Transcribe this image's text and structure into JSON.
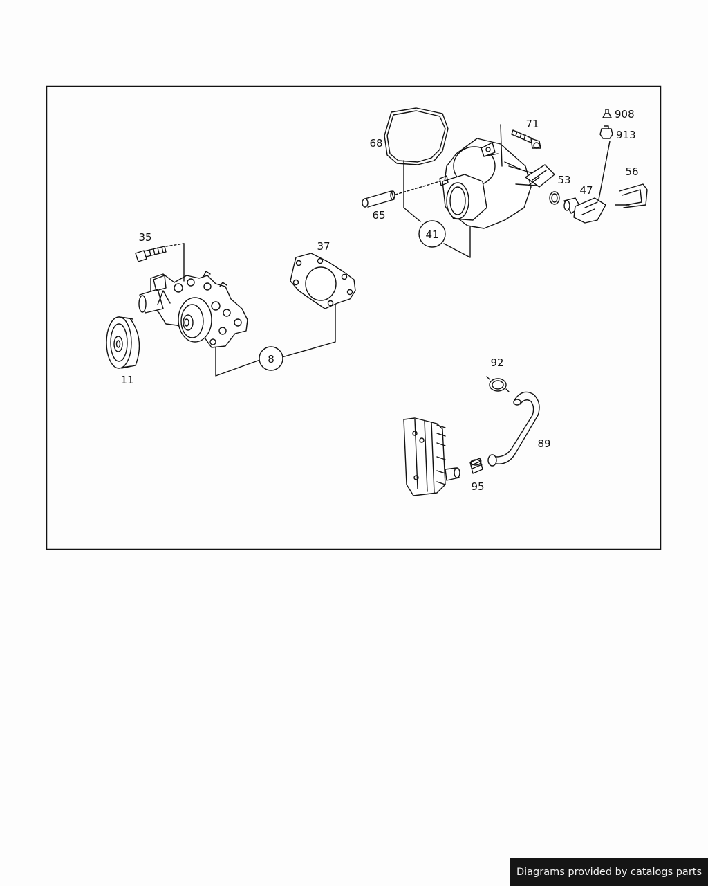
{
  "diagram": {
    "part_labels": {
      "p8": "8",
      "p11": "11",
      "p35": "35",
      "p37": "37",
      "p41": "41",
      "p47": "47",
      "p53": "53",
      "p56": "56",
      "p65": "65",
      "p68": "68",
      "p71": "71",
      "p89": "89",
      "p92": "92",
      "p95": "95",
      "p908": "908",
      "p913": "913"
    }
  },
  "footer": {
    "credit": "Diagrams provided by catalogs parts"
  }
}
